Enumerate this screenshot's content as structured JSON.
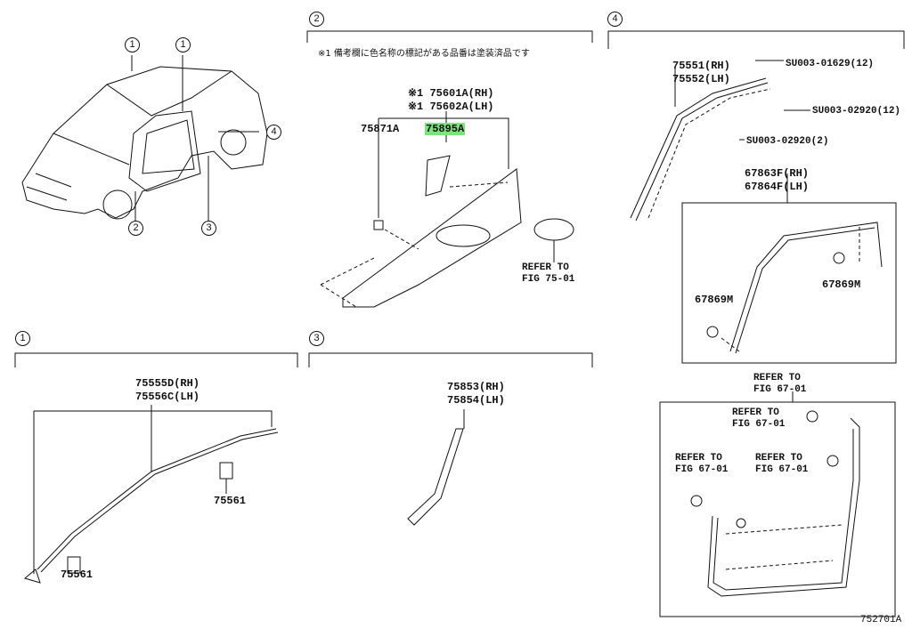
{
  "section_markers": {
    "s1": "1",
    "s2": "2",
    "s3": "3",
    "s4": "4"
  },
  "car_callouts": [
    "1",
    "1",
    "4",
    "2",
    "3"
  ],
  "section2": {
    "note": "※1 備考欄に色名称の標記がある品番は塗装済品です",
    "part_rh": "※1 75601A(RH)",
    "part_lh": "※1 75602A(LH)",
    "part_a": "75871A",
    "part_highlighted": "75895A",
    "refer": "REFER TO",
    "refer_fig": "FIG 75-01"
  },
  "section4": {
    "molding_rh": "75551(RH)",
    "molding_lh": "75552(LH)",
    "clip1": "SU003-01629(12)",
    "screw1": "SU003-02920(12)",
    "screw2": "SU003-02920(2)",
    "weatherstrip_rh": "67863F(RH)",
    "weatherstrip_lh": "67864F(LH)",
    "clip_a": "67869M",
    "clip_b": "67869M",
    "refer_top": "REFER TO",
    "refer_top_fig": "FIG 67-01",
    "refer_a": "REFER TO",
    "refer_a_fig": "FIG 67-01",
    "refer_b": "REFER TO",
    "refer_b_fig": "FIG 67-01",
    "refer_c": "REFER TO",
    "refer_c_fig": "FIG 67-01"
  },
  "section1": {
    "part_rh": "75555D(RH)",
    "part_lh": "75556C(LH)",
    "clip_a": "75561",
    "clip_b": "75561"
  },
  "section3": {
    "part_rh": "75853(RH)",
    "part_lh": "75854(LH)"
  },
  "figure_id": "752701A",
  "highlight_color": "#7de37d"
}
